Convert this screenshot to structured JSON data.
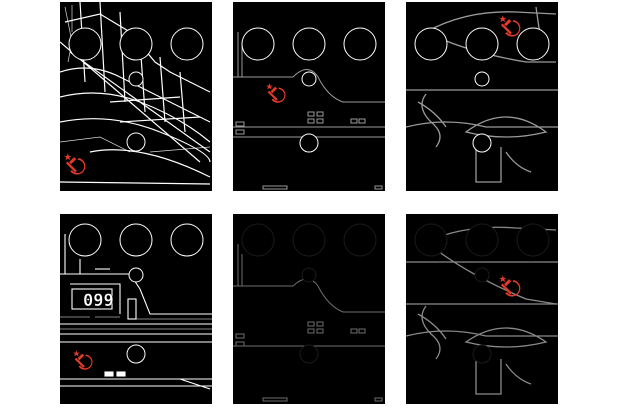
{
  "figure": {
    "panels": [
      {
        "id": "top-left",
        "style": "edge-white",
        "subject": "submarine-hull-wireframe",
        "hammer_sickle": true
      },
      {
        "id": "top-middle",
        "style": "edge-gray",
        "subject": "submarine-side-profile",
        "hammer_sickle": true
      },
      {
        "id": "top-right",
        "style": "edge-gray",
        "subject": "aircraft-propeller-nose",
        "hammer_sickle": true
      },
      {
        "id": "bottom-left",
        "style": "edge-white",
        "subject": "submarine-conning-tower",
        "hammer_sickle": true
      },
      {
        "id": "bottom-middle",
        "style": "edge-gray",
        "subject": "submarine-side-profile",
        "hammer_sickle": false
      },
      {
        "id": "bottom-right",
        "style": "edge-gray",
        "subject": "aircraft-propeller-nose",
        "hammer_sickle": true
      }
    ],
    "hull_number": "099",
    "colors": {
      "background": "#ffffff",
      "panel": "#000000",
      "edge_white": "#ffffff",
      "edge_gray": "#9a9a9a",
      "emblem_red": "#e03a2a",
      "circle_stroke": "#ffffff"
    },
    "icons": [
      "hammer-and-sickle-icon",
      "circle-marker"
    ]
  }
}
